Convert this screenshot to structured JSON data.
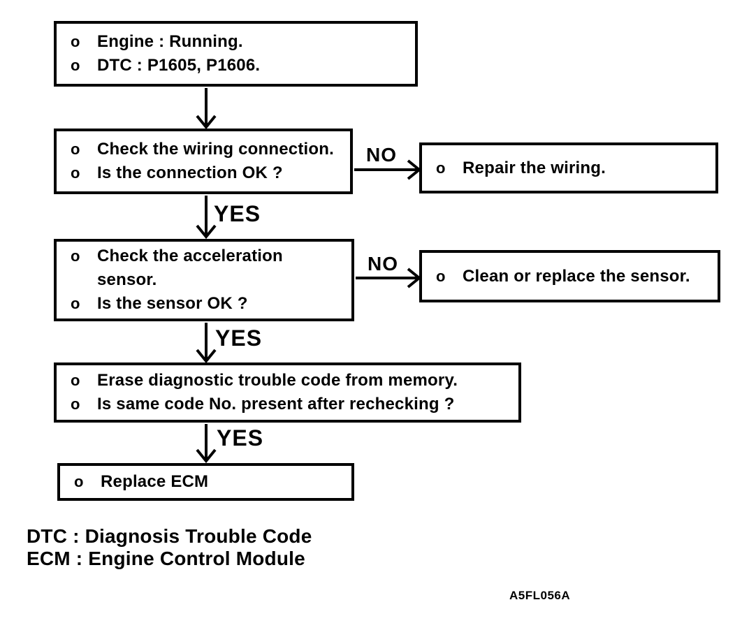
{
  "bullet": "o",
  "boxes": {
    "start": {
      "items": [
        "Engine : Running.",
        "DTC : P1605, P1606."
      ]
    },
    "check_wiring": {
      "items": [
        "Check the wiring connection.",
        "Is the connection OK ?"
      ]
    },
    "repair_wiring": {
      "items": [
        "Repair the wiring."
      ]
    },
    "check_sensor": {
      "items": [
        "Check the acceleration sensor.",
        "Is the sensor OK ?"
      ]
    },
    "clean_sensor": {
      "items": [
        "Clean or replace the sensor."
      ]
    },
    "erase_code": {
      "items": [
        "Erase diagnostic trouble code from memory.",
        "Is same code No. present after rechecking ?"
      ]
    },
    "replace_ecm": {
      "items": [
        "Replace ECM"
      ]
    }
  },
  "connectors": {
    "no": "NO",
    "yes": "YES"
  },
  "legend": {
    "dtc": "DTC : Diagnosis Trouble Code",
    "ecm": "ECM : Engine Control Module"
  },
  "figure_code": "A5FL056A",
  "colors": {
    "ink": "#000000",
    "paper": "#ffffff"
  }
}
